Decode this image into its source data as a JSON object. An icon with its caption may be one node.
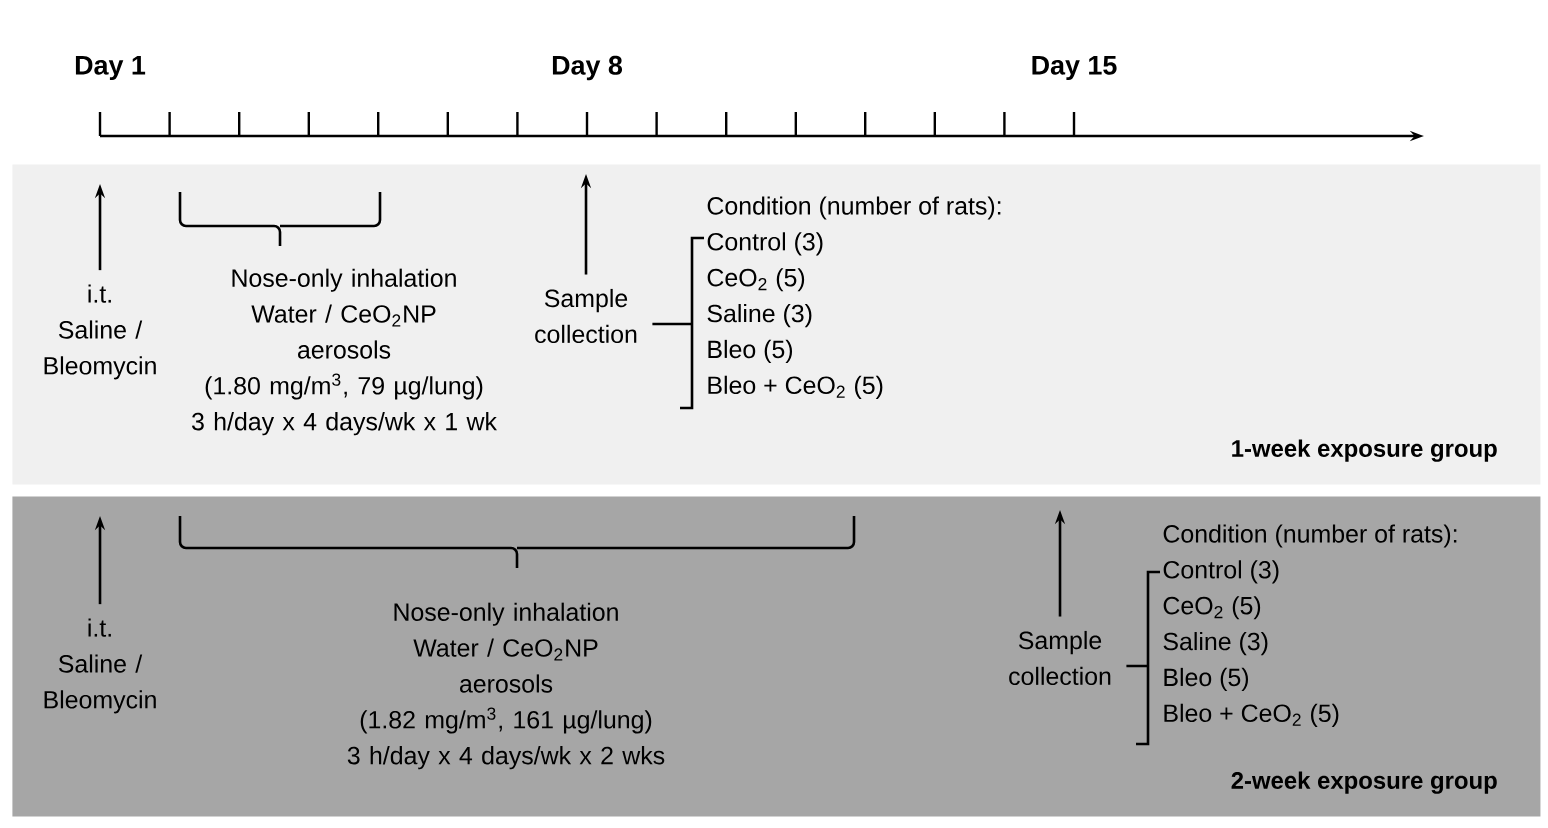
{
  "diagram": {
    "nodes": [
      {
        "text": [
          "1-week exposure group"
        ]
      },
      {
        "text": [
          "i.t. Saline / Bleomycin"
        ],
        "in": 0
      },
      {
        "text": [
          "Nose-only inhalation",
          "Water / CeO$_{2}$NP aerosols",
          "(1.80 mg/m$^{3}$, 79 µg/lung)",
          "3 h/day x 4 days/wk x 1 wk"
        ],
        "in": 0
      },
      {
        "text": [
          "Sample collection"
        ],
        "in": 0
      },
      {
        "text": [
          "Condition (number of rats):",
          "Control (3)",
          "CeO$_{2}$ (5)",
          "Saline (3)",
          "Bleo (5)",
          "Bleo + CeO$_{2}$ (5)"
        ],
        "in": 0
      },
      {
        "text": [
          "2-week exposure group"
        ]
      },
      {
        "text": [
          "i.t. Saline / Bleomycin"
        ],
        "in": 5
      },
      {
        "text": [
          "Nose-only inhalation",
          "Water / CeO$_{2}$NP aerosols",
          "(1.82 mg/m$^{3}$, 161 µg/lung)",
          "3 h/day x 4 days/wk x 2 wks"
        ],
        "in": 5
      },
      {
        "text": [
          "Sample collection"
        ],
        "in": 5
      },
      {
        "text": [
          "Condition (number of rats):",
          "Control (3)",
          "CeO$_{2}$ (5)",
          "Saline (3)",
          "Bleo (5)",
          "Bleo + CeO$_{2}$  (5)"
        ],
        "in": 5
      }
    ],
    "edges": [
      {
        "from": 1,
        "to": null,
        "arrow": "to"
      },
      {
        "from": 3,
        "to": null,
        "arrow": "to"
      },
      {
        "from": 6,
        "to": null,
        "arrow": "to"
      },
      {
        "from": 8,
        "to": null,
        "arrow": "to"
      },
      {
        "from": 3,
        "to": 4,
        "arrow": "none"
      },
      {
        "from": 8,
        "to": 9,
        "arrow": "none"
      }
    ],
    "labels": [
      "Day 1",
      "Day 8",
      "Day 15"
    ]
  }
}
